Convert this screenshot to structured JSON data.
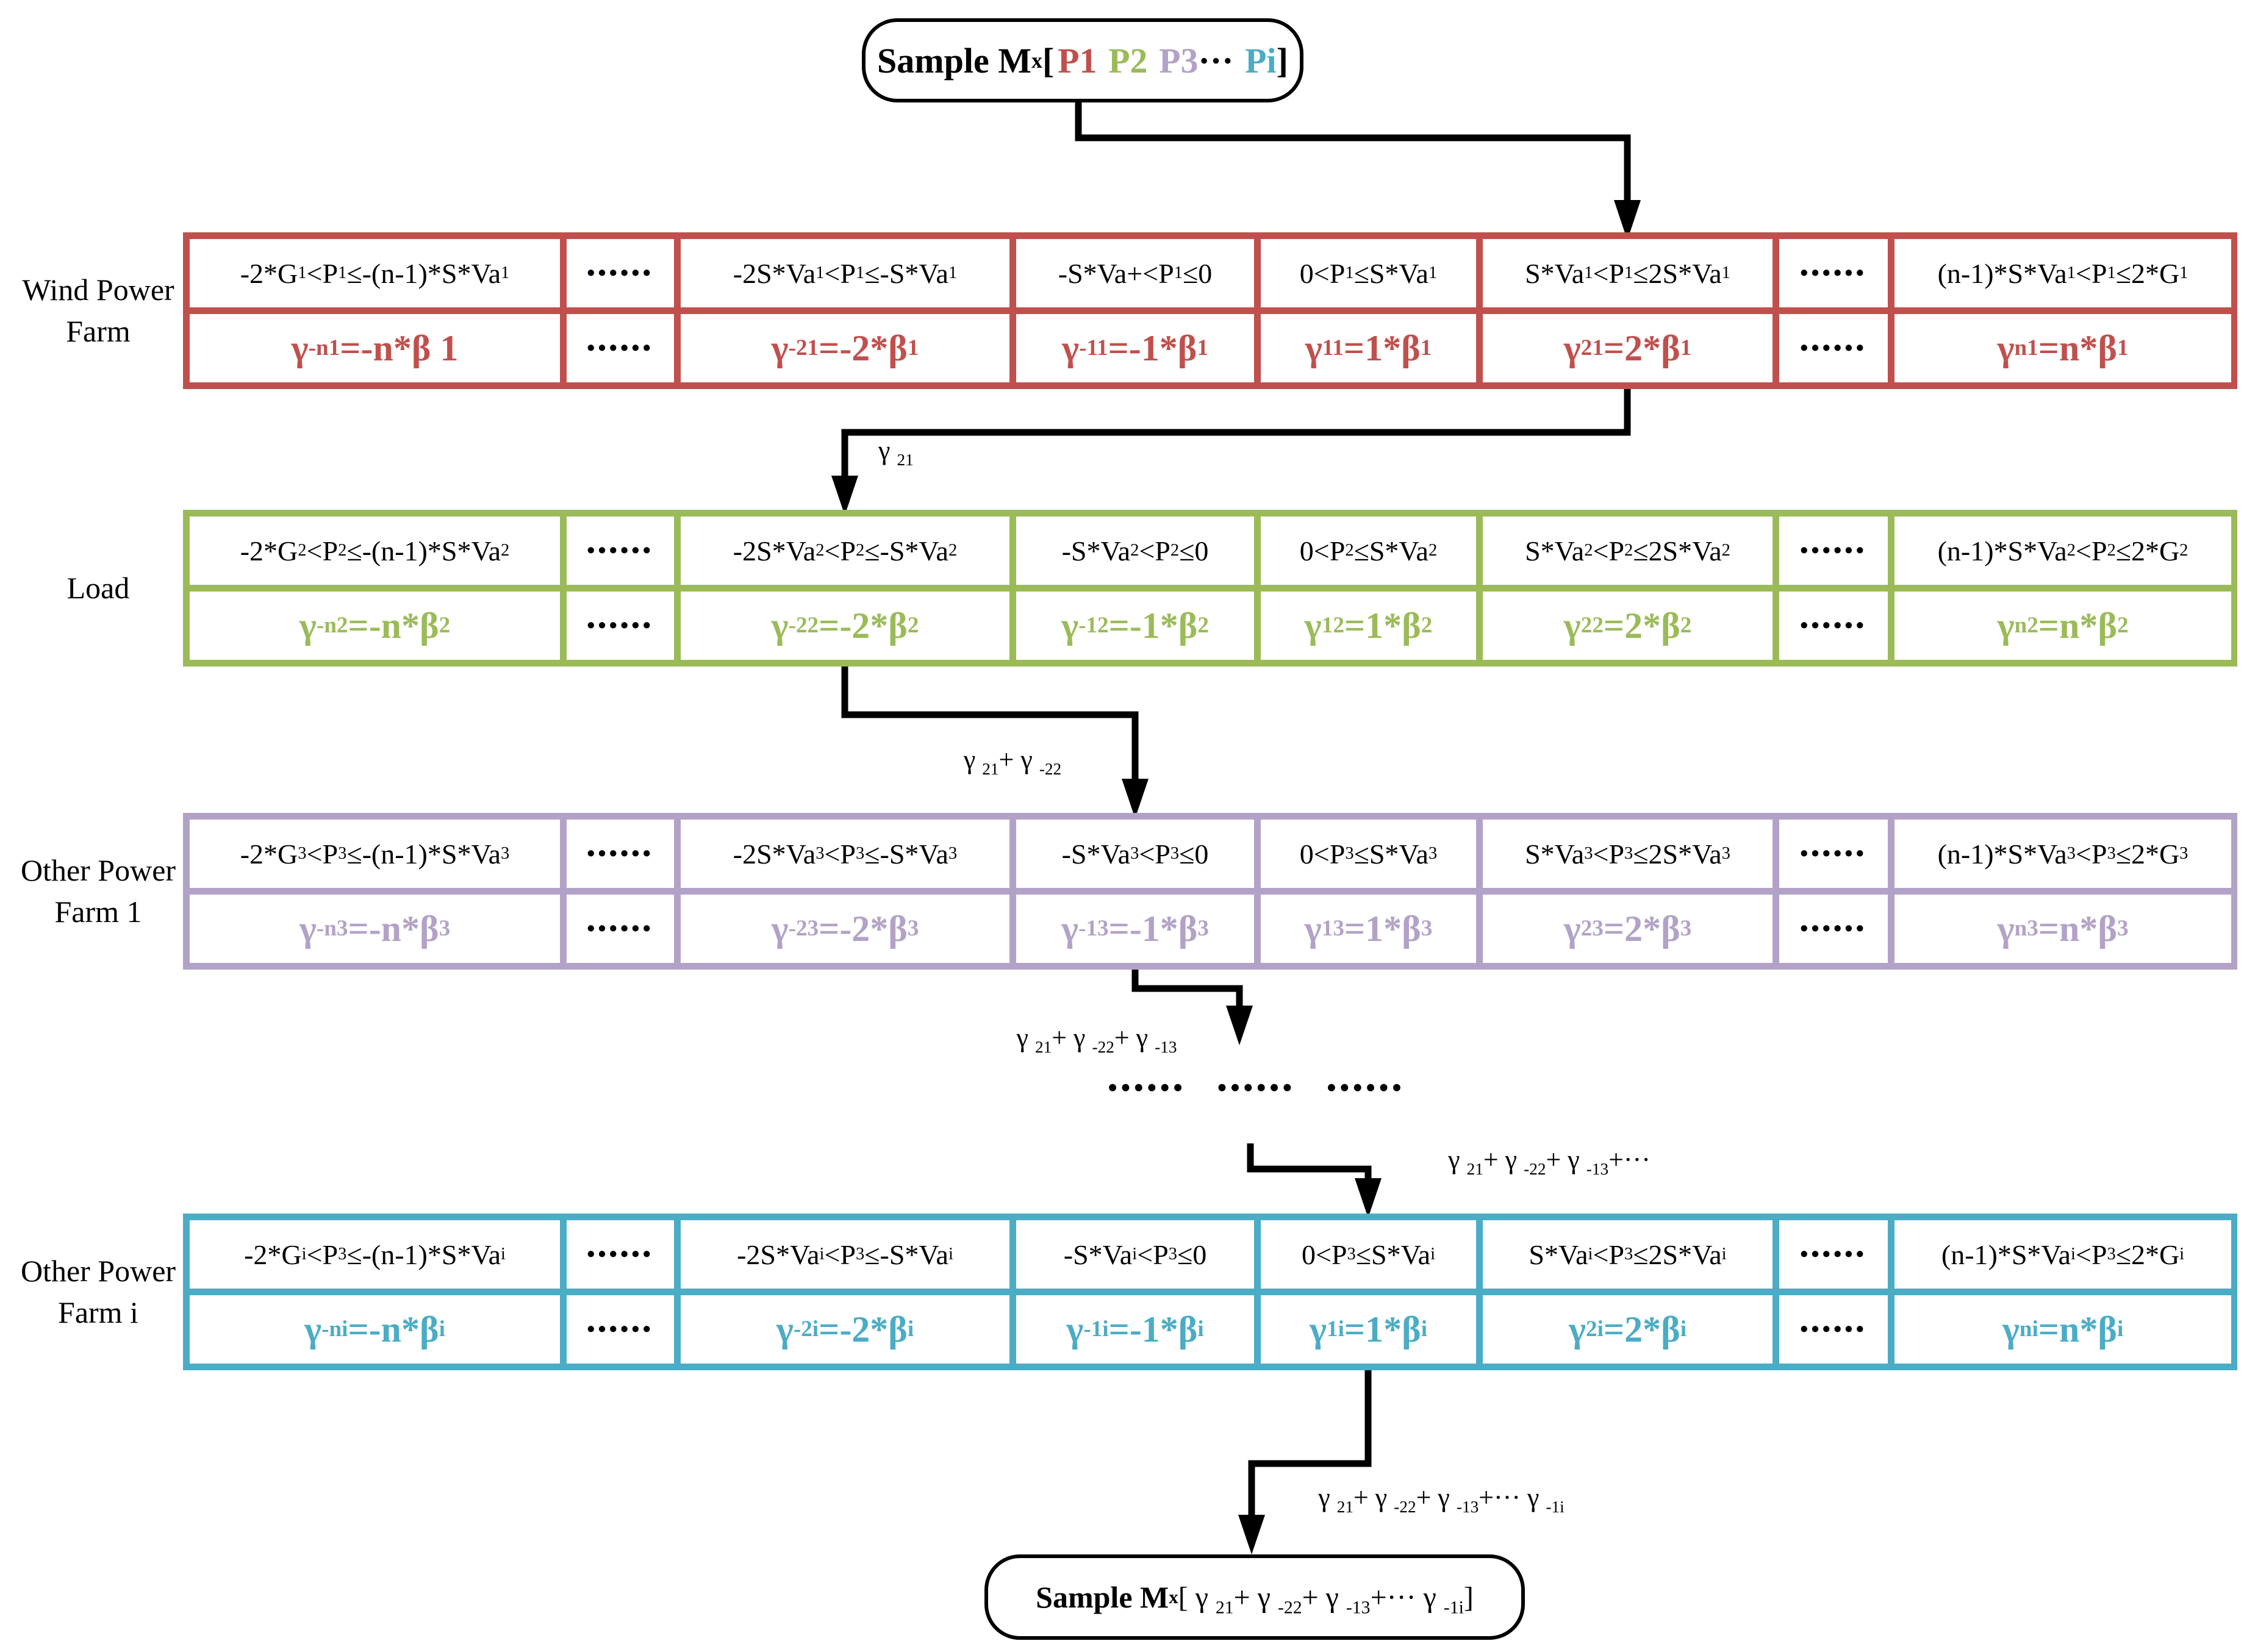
{
  "header_node": {
    "prefix": "Sample M",
    "sub": "x",
    "bracket_open": "[",
    "p1": "P1",
    "p2": "P2",
    "p3": "P3",
    "dots": "···",
    "pi": "Pi",
    "bracket_close": "]"
  },
  "colors": {
    "wind_red": "#C0504D",
    "load_green": "#9BBB59",
    "farm1_purple": "#B3A2C7",
    "farmi_cyan": "#4BACC6",
    "arrow_black": "#000000"
  },
  "tables": [
    {
      "id": "wind-power-farm",
      "label": "Wind Power\nFarm",
      "color": "#C0504D",
      "conditions": [
        "-2*G₁<P₁≤-(n-1)*S*Va₁",
        "••••••",
        "-2S*Va₁<P₁≤-S*Va₁",
        "-S*Va+<P₁≤0",
        "0<P₁≤S*Va₁",
        "S*Va₁<P₁≤2S*Va₁",
        "••••••",
        "(n-1)*S*Va₁<P₁≤2*G₁"
      ],
      "gammas": [
        "γ ₋ₙ₁=-n*β 1",
        "••••••",
        "γ ₋₂₁=-2*β ₁",
        "γ ₋₁₁=-1*β ₁",
        "γ ₁₁=1*β ₁",
        "γ ₂₁=2*β ₁",
        "••••••",
        "γ ₙ₁=n*β ₁"
      ]
    },
    {
      "id": "load",
      "label": "Load",
      "color": "#9BBB59",
      "conditions": [
        "-2*G₂<P₂≤-(n-1)*S*Va₂",
        "••••••",
        "-2S*Va₂<P₂≤-S*Va₂",
        "-S*Va₂<P₂≤0",
        "0<P₂≤S*Va₂",
        "S*Va₂<P₂≤2S*Va₂",
        "••••••",
        "(n-1)*S*Va₂<P₂≤2*G₂"
      ],
      "gammas": [
        "γ ₋ₙ₂=-n*β ₂",
        "••••••",
        "γ ₋₂₂=-2*β ₂",
        "γ ₋₁₂=-1*β ₂",
        "γ ₁₂=1*β ₂",
        "γ ₂₂=2*β ₂",
        "••••••",
        "γ ₙ₂=n*β ₂"
      ]
    },
    {
      "id": "other-power-farm-1",
      "label": "Other Power\nFarm 1",
      "color": "#B3A2C7",
      "conditions": [
        "-2*G₃<P₃≤-(n-1)*S*Va₃",
        "••••••",
        "-2S*Va₃<P₃≤-S*Va₃",
        "-S*Va₃<P₃≤0",
        "0<P₃≤S*Va₃",
        "S*Va₃<P₃≤2S*Va₃",
        "••••••",
        "(n-1)*S*Va₃<P₃≤2*G₃"
      ],
      "gammas": [
        "γ ₋ₙ₃=-n*β ₃",
        "••••••",
        "γ ₋₂₃=-2*β ₃",
        "γ ₋₁₃=-1*β ₃",
        "γ ₁₃=1*β ₃",
        "γ ₂₃=2*β ₃",
        "••••••",
        "γ ₙ₃=n*β ₃"
      ]
    },
    {
      "id": "other-power-farm-i",
      "label": "Other Power\nFarm i",
      "color": "#4BACC6",
      "conditions": [
        "-2*Gᵢ<P₃≤-(n-1)*S*Vaᵢ",
        "••••••",
        "-2S*Vaᵢ<P₃≤-S*Vaᵢ",
        "-S*Vaᵢ<P₃≤0",
        "0<P₃≤S*Vaᵢ",
        "S*Vaᵢ<P₃≤2S*Vaᵢ",
        "••••••",
        "(n-1)*S*Vaᵢ<P₃≤2*Gᵢ"
      ],
      "gammas": [
        "γ ₋ₙᵢ=-n*β ᵢ",
        "••••••",
        "γ ₋₂ᵢ=-2*β ᵢ",
        "γ ₋₁ᵢ=-1*β ᵢ",
        "γ ₁ᵢ=1*β ᵢ",
        "γ ₂ᵢ=2*β ᵢ",
        "••••••",
        "γ ₙᵢ=n*β ᵢ"
      ]
    }
  ],
  "flow_labels": {
    "step1": "γ ₂₁",
    "step2": "γ ₂₁+ γ ₋₂₂",
    "step3": "γ ₂₁+ γ ₋₂₂+ γ ₋₁₃",
    "step4": "γ ₂₁+ γ ₋₂₂+ γ ₋₁₃+···",
    "step5": "γ ₂₁+ γ ₋₂₂+ γ ₋₁₃+··· γ ₋₁ᵢ",
    "ellipsis_row": "•••••• •••••• ••••••"
  },
  "footer_node": {
    "prefix": "Sample M",
    "sub": "x",
    "formula": "[ γ ₂₁+ γ ₋₂₂+ γ ₋₁₃+··· γ ₋₁ᵢ]"
  }
}
